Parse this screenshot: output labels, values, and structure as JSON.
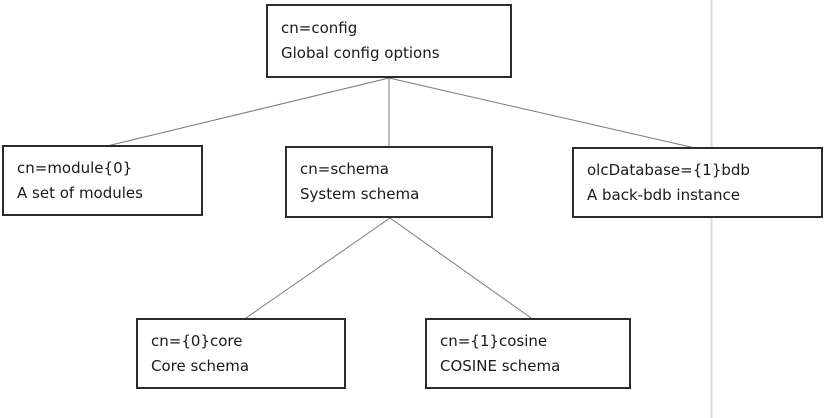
{
  "diagram": {
    "type": "tree",
    "nodes": [
      {
        "id": "config",
        "line1": "cn=config",
        "line2": "Global config options"
      },
      {
        "id": "module",
        "line1": "cn=module{0}",
        "line2": "A set of modules"
      },
      {
        "id": "schema",
        "line1": "cn=schema",
        "line2": "System schema"
      },
      {
        "id": "database",
        "line1": "olcDatabase={1}bdb",
        "line2": "A back-bdb instance"
      },
      {
        "id": "core",
        "line1": "cn={0}core",
        "line2": "Core schema"
      },
      {
        "id": "cosine",
        "line1": "cn={1}cosine",
        "line2": "COSINE schema"
      }
    ],
    "edges": [
      {
        "from": "config",
        "to": "module"
      },
      {
        "from": "config",
        "to": "schema"
      },
      {
        "from": "config",
        "to": "database"
      },
      {
        "from": "schema",
        "to": "core"
      },
      {
        "from": "schema",
        "to": "cosine"
      }
    ],
    "colors": {
      "node_border": "#2b2b2b",
      "node_fill": "#ffffff",
      "edge_stroke": "#7a7a7a",
      "guide_line": "#dbdbdb",
      "text": "#1a1a1a",
      "background": "#ffffff"
    }
  }
}
